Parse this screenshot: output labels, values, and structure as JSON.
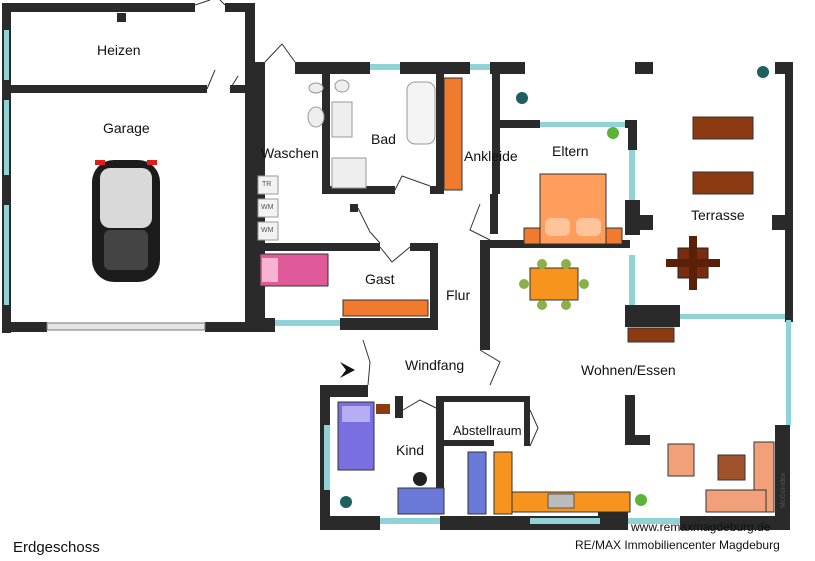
{
  "floor_name": "Erdgeschoss",
  "rooms": {
    "heizen": "Heizen",
    "garage": "Garage",
    "waschen": "Waschen",
    "bad": "Bad",
    "ankleide": "Ankleide",
    "eltern": "Eltern",
    "terrasse": "Terrasse",
    "gast": "Gast",
    "flur": "Flur",
    "windfang": "Windfang",
    "wohnen_essen": "Wohnen/Essen",
    "kind": "Kind",
    "abstellraum": "Abstellraum"
  },
  "appliances": {
    "dryer": "TR",
    "washer_1": "WM",
    "washer_2": "WM"
  },
  "watermark": "McGoindex",
  "website": "www.remaxmagdeburg.de",
  "agency": "RE/MAX Immobiliencenter Magdeburg",
  "colors": {
    "wall": "#2a2a2a",
    "window": "#8fd3d6",
    "bed_orange": "#f07a2e",
    "bed_pink": "#e05a9a",
    "bed_purple": "#7a6fe0",
    "kitchen": "#f7941d",
    "wood": "#8b3a12"
  }
}
